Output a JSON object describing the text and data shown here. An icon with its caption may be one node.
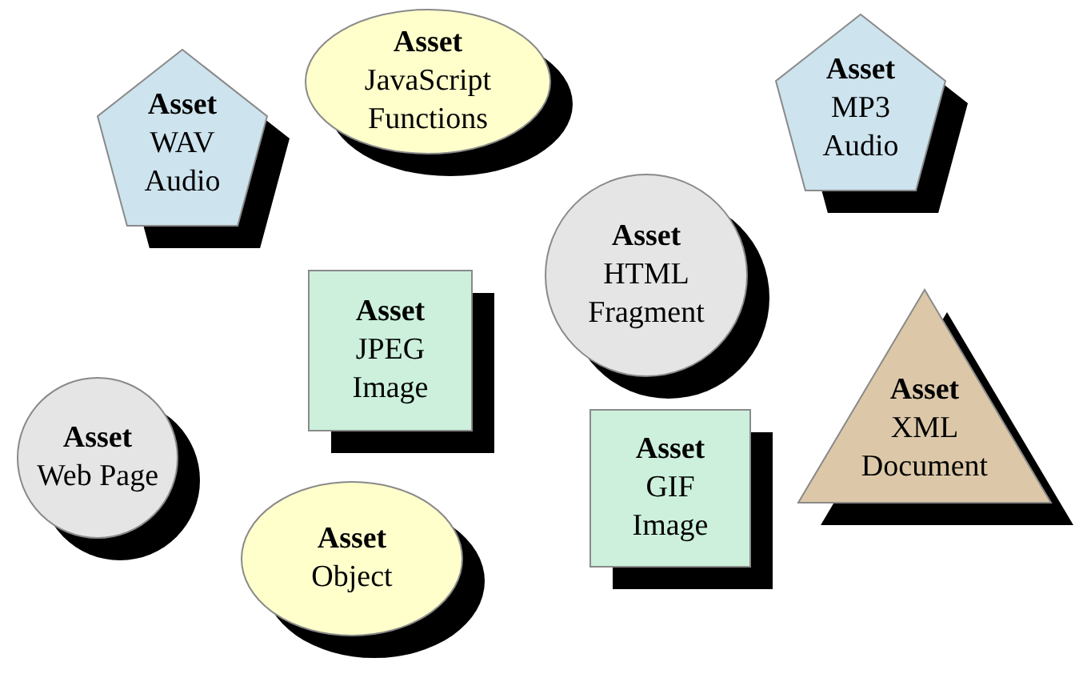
{
  "diagram": {
    "nodes": [
      {
        "text": [
          "Asset",
          "WAV Audio"
        ]
      },
      {
        "text": [
          "Asset",
          "JavaScript Functions"
        ]
      },
      {
        "text": [
          "Asset",
          "MP3 Audio"
        ]
      },
      {
        "text": [
          "Asset",
          "HTML Fragment"
        ]
      },
      {
        "text": [
          "Asset",
          "JPEG Image"
        ]
      },
      {
        "text": [
          "Asset",
          "XML Document"
        ]
      },
      {
        "text": [
          "Asset",
          "Web Page"
        ]
      },
      {
        "text": [
          "Asset",
          "GIF Image"
        ]
      },
      {
        "text": [
          "Asset",
          "Object"
        ]
      }
    ]
  }
}
